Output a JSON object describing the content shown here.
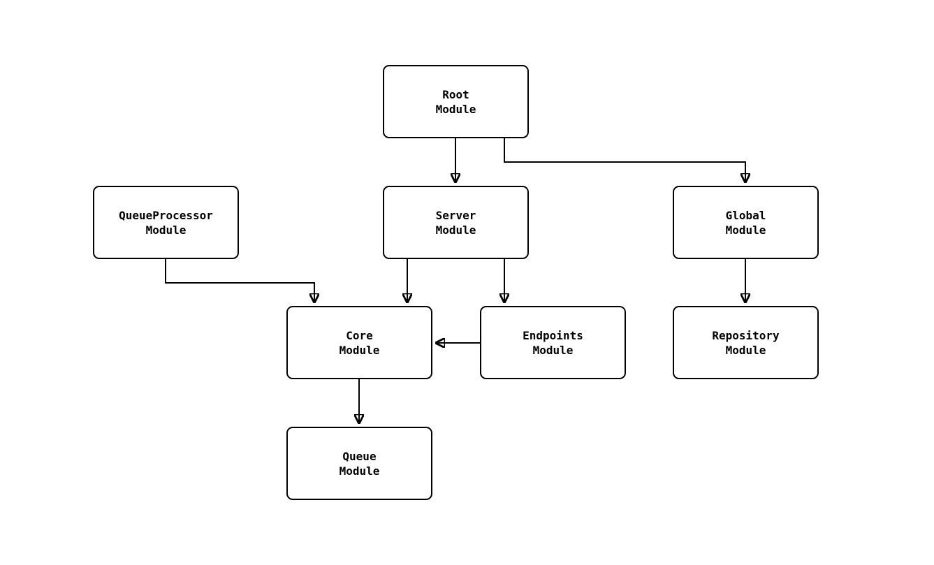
{
  "diagram": {
    "type": "module-dependency-graph",
    "colors": {
      "background": "#ffffff",
      "node_fill": "#ffffff",
      "node_border": "#000000",
      "edge": "#000000",
      "text": "#000000"
    },
    "nodes": [
      {
        "id": "root",
        "label": "Root\nModule"
      },
      {
        "id": "server",
        "label": "Server\nModule"
      },
      {
        "id": "queue-processor",
        "label": "QueueProcessor\nModule"
      },
      {
        "id": "global",
        "label": "Global\nModule"
      },
      {
        "id": "core",
        "label": "Core\nModule"
      },
      {
        "id": "endpoints",
        "label": "Endpoints\nModule"
      },
      {
        "id": "repository",
        "label": "Repository\nModule"
      },
      {
        "id": "queue",
        "label": "Queue\nModule"
      }
    ],
    "edges": [
      {
        "from": "root",
        "to": "server"
      },
      {
        "from": "root",
        "to": "global"
      },
      {
        "from": "queue-processor",
        "to": "core"
      },
      {
        "from": "server",
        "to": "core"
      },
      {
        "from": "server",
        "to": "endpoints"
      },
      {
        "from": "endpoints",
        "to": "core"
      },
      {
        "from": "global",
        "to": "repository"
      },
      {
        "from": "core",
        "to": "queue"
      }
    ]
  }
}
